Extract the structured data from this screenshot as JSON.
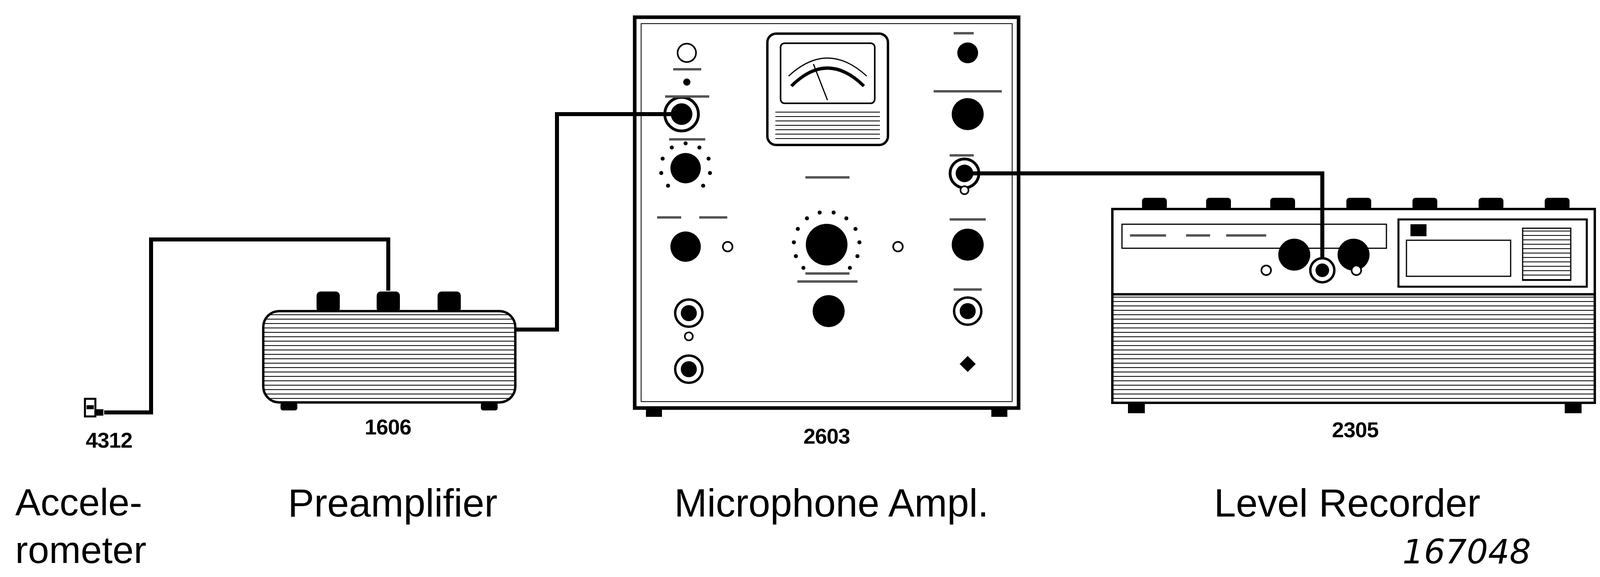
{
  "diagram": {
    "nodes": [
      {
        "text": [
          "4312",
          "Accele- rometer"
        ]
      },
      {
        "text": [
          "1606",
          "Preamplifier"
        ]
      },
      {
        "text": [
          "2603",
          "Microphone Ampl."
        ]
      },
      {
        "text": [
          "2305",
          "Level Recorder"
        ]
      }
    ],
    "edges": [
      {
        "from": 0,
        "to": 1,
        "arrow": "none"
      },
      {
        "from": 1,
        "to": 2,
        "arrow": "none"
      },
      {
        "from": 2,
        "to": 3,
        "arrow": "none"
      }
    ],
    "labels": [
      "167048"
    ]
  }
}
